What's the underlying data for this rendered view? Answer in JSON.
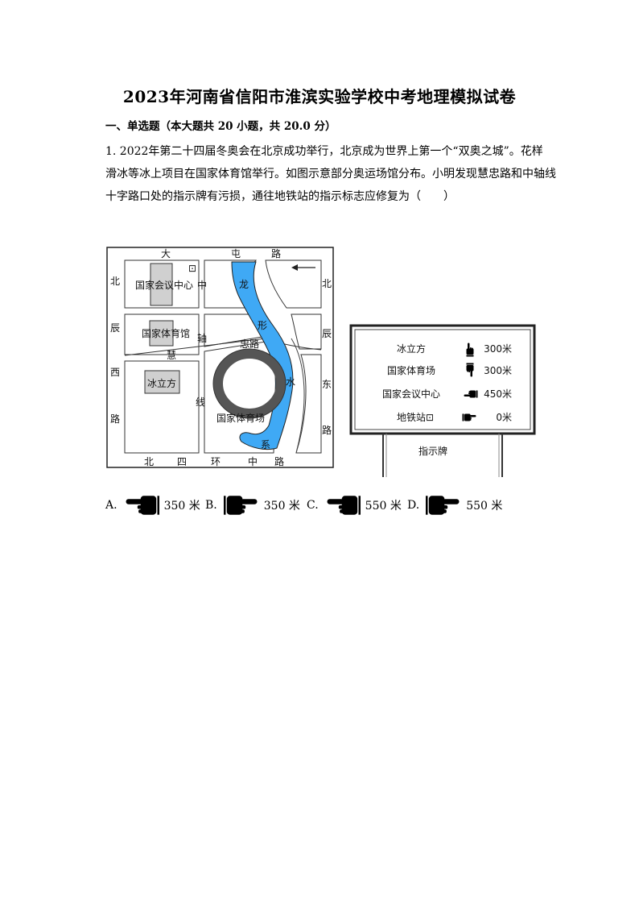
{
  "title": "2023年河南省信阳市淮滨实验学校中考地理模拟试卷",
  "section": "一、单选题（本大题共 20 小题，共 20.0 分）",
  "question": {
    "lines": [
      "1.   2022年第二十四届冬奥会在北京成功举行，北京成为世界上第一个“双奥之城”。花样",
      "滑冰等冰上项目在国家体育馆举行。如图示意部分奥运场馆分布。小明发现慧忠路和中轴线",
      "十字路口处的指示牌有污损，通往地铁站的指示标志应修复为（　　）"
    ]
  },
  "map": {
    "road_north": [
      "大",
      "屯",
      "路"
    ],
    "road_south": [
      "北",
      "四",
      "环",
      "中",
      "路"
    ],
    "road_west": [
      "北",
      "辰",
      "西",
      "路"
    ],
    "road_east": [
      "北",
      "辰",
      "东",
      "路"
    ],
    "huizhong_road": [
      "慧",
      "忠路"
    ],
    "axis": [
      "中",
      "轴",
      "线"
    ],
    "river": [
      "龙",
      "形",
      "水",
      "系"
    ],
    "buildings": {
      "convention": "国家会议中心",
      "gym": "国家体育馆",
      "cube": "冰立方",
      "stadium": "国家体育场"
    },
    "metro_symbol": "⊡"
  },
  "sign": {
    "rows": [
      {
        "name": "冰立方",
        "hand": "up",
        "dist": "300米"
      },
      {
        "name": "国家体育场",
        "hand": "down",
        "dist": "300米"
      },
      {
        "name": "国家会议中心",
        "hand": "left",
        "dist": "450米"
      },
      {
        "name": "地铁站",
        "hand": "right",
        "dist": "0米",
        "symbol": "⊡"
      }
    ],
    "caption": "指示牌"
  },
  "options": [
    {
      "letter": "A.",
      "hand": "left",
      "dist": "350 米"
    },
    {
      "letter": "B.",
      "hand": "right",
      "dist": "350 米"
    },
    {
      "letter": "C.",
      "hand": "left",
      "dist": "550 米"
    },
    {
      "letter": "D.",
      "hand": "right",
      "dist": "550 米"
    }
  ]
}
